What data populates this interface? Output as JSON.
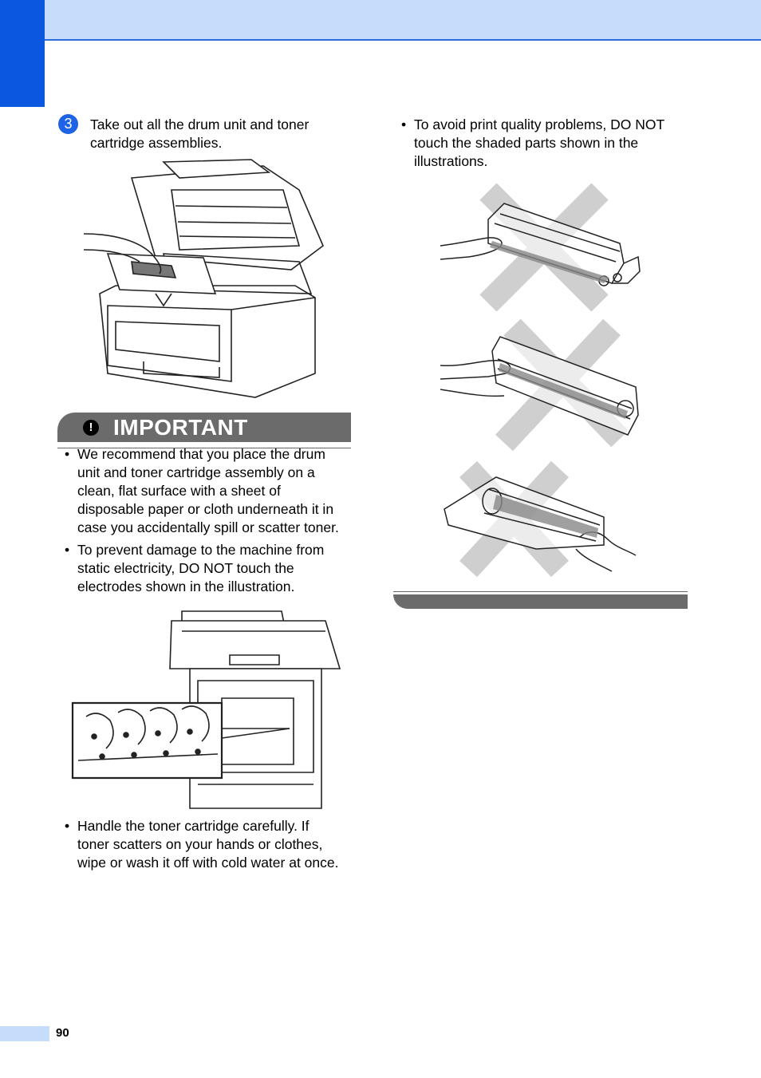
{
  "step": {
    "number": "3",
    "text_line1": "Take out all the drum unit and toner",
    "text_line2": "cartridge assemblies."
  },
  "important": {
    "icon": "exclamation-icon",
    "heading": "IMPORTANT",
    "bullets": [
      [
        "We recommend that you place the drum",
        "unit and toner cartridge assembly on a",
        "clean, flat surface with a sheet of",
        "disposable paper or cloth underneath it in",
        "case you accidentally spill or scatter toner."
      ],
      [
        "To prevent damage to the machine from",
        "static electricity, DO NOT touch the",
        "electrodes shown in the illustration."
      ],
      [
        "Handle the toner cartridge carefully. If",
        "toner scatters on your hands or clothes,",
        "wipe or wash it off with cold water at once."
      ]
    ]
  },
  "right_bullet": [
    "To avoid print quality problems, DO NOT",
    "touch the shaded parts shown in the",
    "illustrations."
  ],
  "bullet_mark": "•",
  "page_number": "90",
  "colors": {
    "accent": "#0b57e0",
    "band": "#c6dcfb",
    "important_bar": "#6b6b6b"
  }
}
